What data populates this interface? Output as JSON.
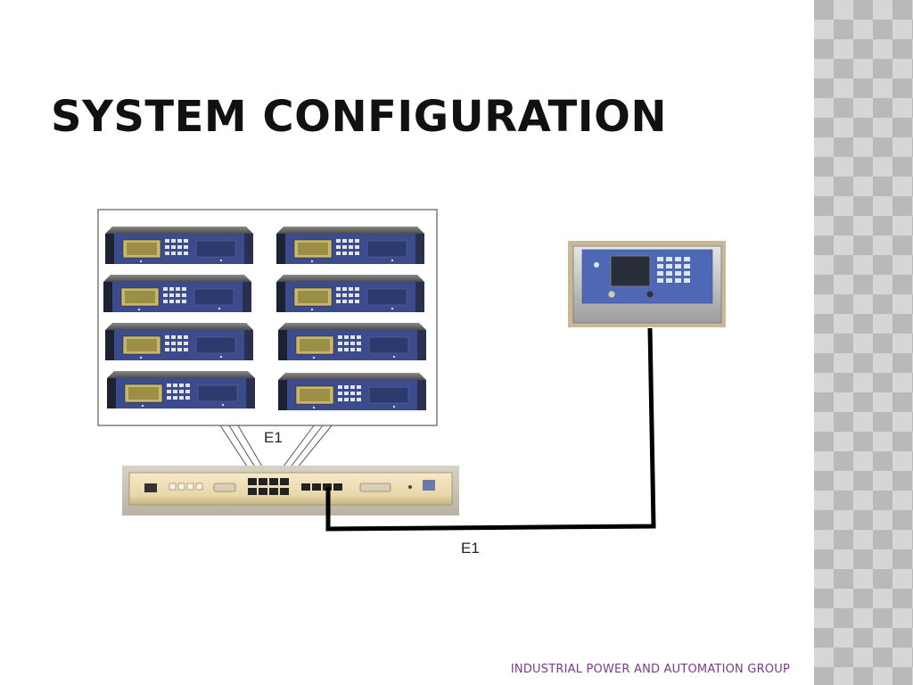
{
  "slide": {
    "title": "SYSTEM CONFIGURATION",
    "footer": "INDUSTRIAL POWER AND AUTOMATION GROUP"
  },
  "diagram": {
    "rack_units": 8,
    "link_label_top": "E1",
    "link_label_bottom": "E1",
    "connector_count": 6
  },
  "colors": {
    "title": "#111111",
    "footer": "#7a3a8c",
    "rack_panel": "#3b4b8c",
    "switch_body": "#efdfba",
    "terminal_frame": "#c9c9c9",
    "screen": "#2a2e3a",
    "cable": "#000000"
  }
}
